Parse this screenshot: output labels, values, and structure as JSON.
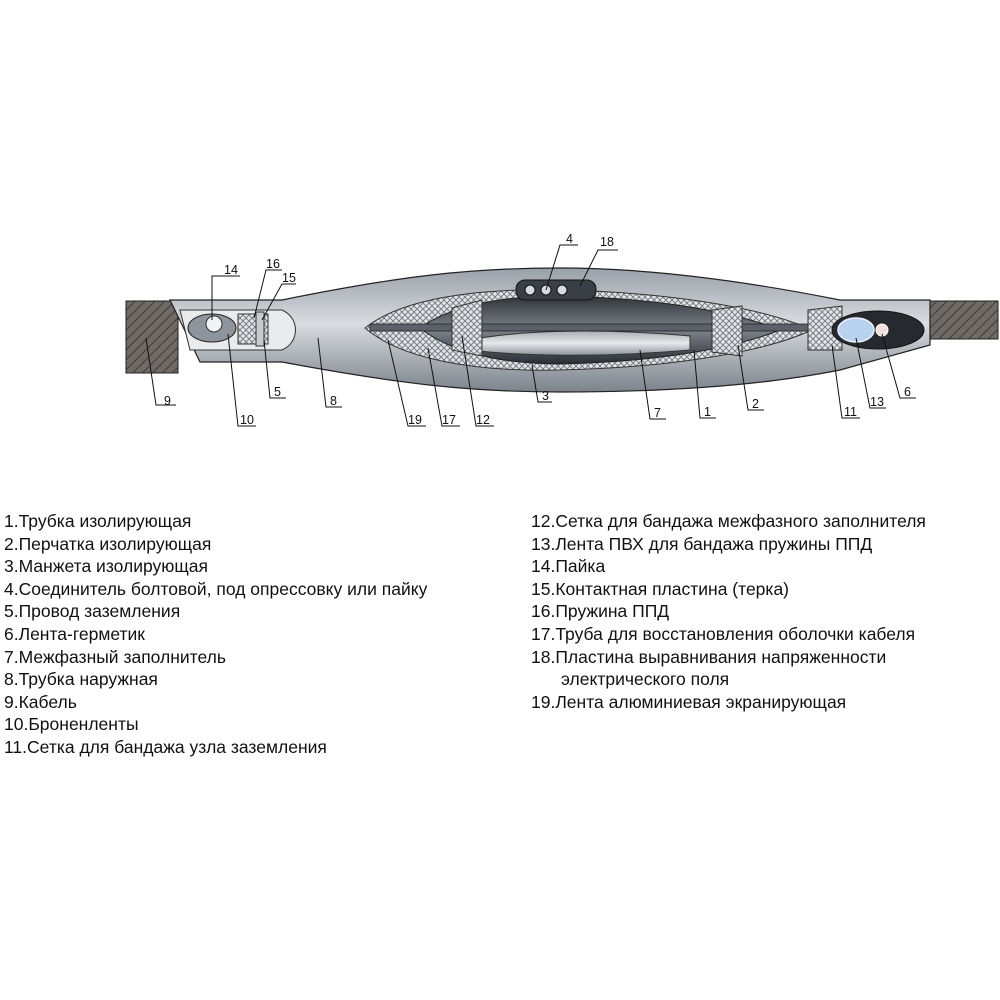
{
  "callouts": [
    "14",
    "16",
    "15",
    "4",
    "18",
    "9",
    "10",
    "5",
    "8",
    "19",
    "17",
    "12",
    "3",
    "7",
    "1",
    "2",
    "11",
    "13",
    "6"
  ],
  "legend": {
    "left": [
      "1.Трубка изолирующая",
      "2.Перчатка изолирующая",
      "3.Манжета изолирующая",
      "4.Соединитель болтовой, под опрессовку или пайку",
      "5.Провод заземления",
      "6.Лента-герметик",
      "7.Межфазный заполнитель",
      "8.Трубка наружная",
      "9.Кабель",
      "10.Броненленты",
      "11.Сетка для бандажа узла заземления"
    ],
    "right": [
      "12.Сетка для бандажа межфазного заполнителя",
      "13.Лента ПВХ для бандажа пружины ППД",
      "14.Пайка",
      "15.Контактная пластина (терка)",
      "16.Пружина ППД",
      "17.Труба для восстановления оболочки кабеля",
      "18.Пластина выравнивания напряженности",
      "электрического поля",
      "19.Лента алюминиевая экранирующая"
    ]
  },
  "colors": {
    "sleeve_light": "#cfd3d8",
    "sleeve_dark": "#5b6169",
    "cable": "#6f6a66",
    "background": "#ffffff"
  }
}
